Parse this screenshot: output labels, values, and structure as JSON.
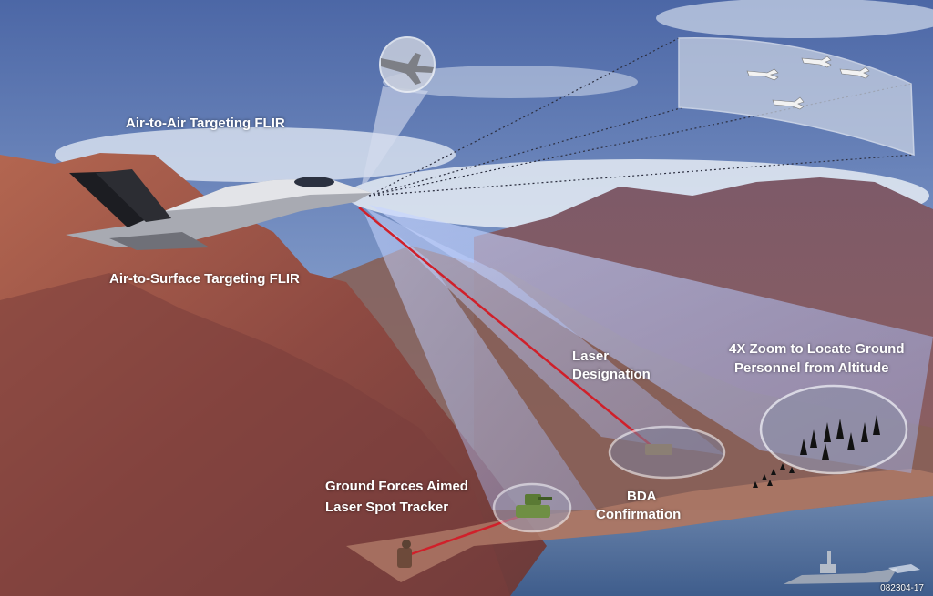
{
  "labels": {
    "air_to_air": "Air-to-Air Targeting FLIR",
    "air_to_surface": "Air-to-Surface Targeting FLIR",
    "laser_designation_1": "Laser",
    "laser_designation_2": "Designation",
    "zoom_1": "4X Zoom to Locate Ground",
    "zoom_2": "Personnel from Altitude",
    "ground_forces_1": "Ground Forces Aimed",
    "ground_forces_2": "Laser Spot Tracker",
    "bda_1": "BDA",
    "bda_2": "Confirmation",
    "figure_code": "082304-17"
  },
  "colors": {
    "sky": "#5f78b0",
    "mountain": "#9a5448",
    "sea": "#53709a",
    "beam": "#b4c8ff",
    "laser": "#d0202a"
  }
}
